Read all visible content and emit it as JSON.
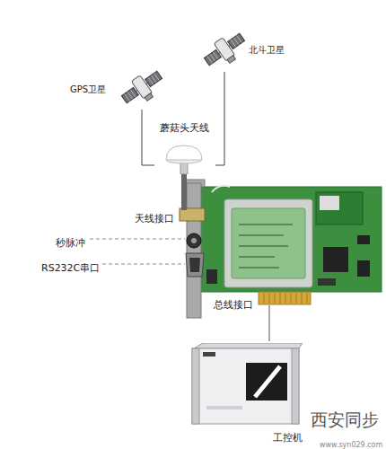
{
  "diagram": {
    "nodes": [
      {
        "text": [
          "GPS卫星"
        ]
      },
      {
        "text": [
          "北斗卫星"
        ]
      },
      {
        "text": [
          "蘑菇头天线"
        ]
      },
      {
        "text": [
          "工控机"
        ]
      }
    ],
    "edges": [
      {
        "from": 0,
        "to": 2,
        "arrow": "none"
      },
      {
        "from": 1,
        "to": 2,
        "arrow": "none"
      }
    ],
    "labels": [
      "天线接口",
      "秒脉冲",
      "RS232C串口",
      "总线接口",
      "西安同步",
      "www.syn029.com"
    ]
  }
}
